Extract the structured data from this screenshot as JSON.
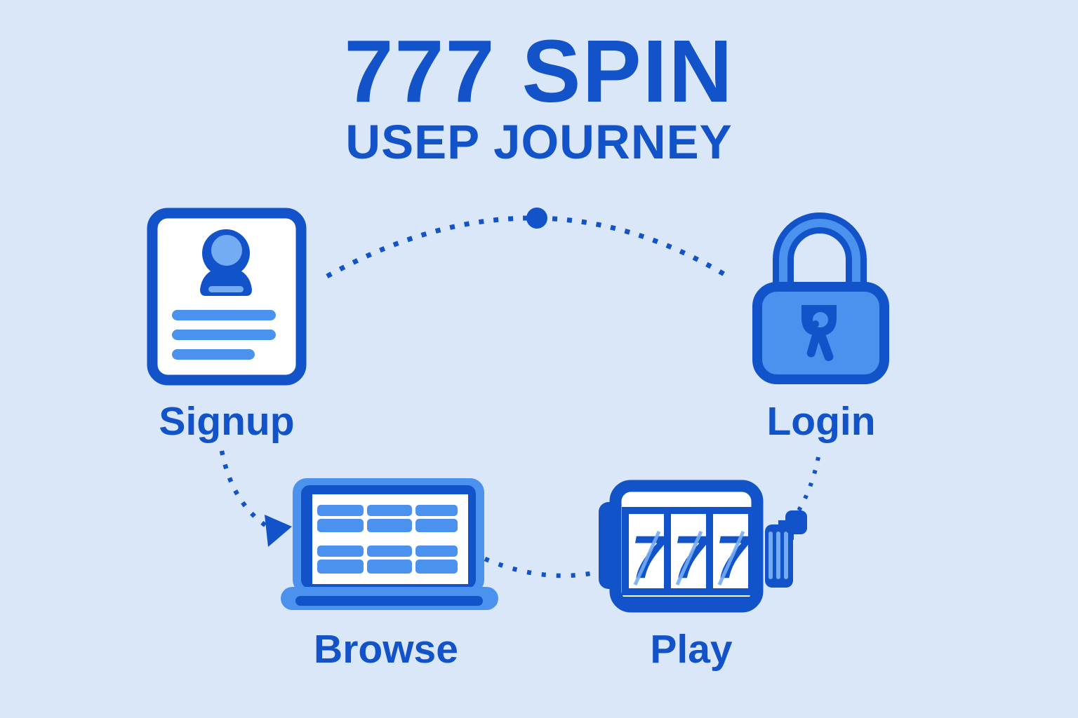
{
  "header": {
    "title": "777 SPIN",
    "subtitle": "USEP JOURNEY"
  },
  "steps": {
    "signup": {
      "label": "Signup",
      "icon": "id-card-person-icon"
    },
    "login": {
      "label": "Login",
      "icon": "padlock-icon"
    },
    "browse": {
      "label": "Browse",
      "icon": "laptop-grid-icon"
    },
    "play": {
      "label": "Play",
      "icon": "slot-machine-icon",
      "reels": [
        "7",
        "7",
        "7"
      ]
    }
  },
  "connectors": [
    {
      "from": "signup",
      "to": "login",
      "style": "dotted-arc",
      "midpoint_dot": true
    },
    {
      "from": "signup",
      "to": "browse",
      "style": "dotted",
      "arrowhead": true
    },
    {
      "from": "browse",
      "to": "play",
      "style": "dotted"
    },
    {
      "from": "login",
      "to": "play",
      "style": "dotted"
    }
  ],
  "colors": {
    "bg": "#d9e7f9",
    "primary": "#1353c9",
    "mid": "#4b92ee",
    "soft": "#74acf4",
    "white": "#ffffff"
  }
}
